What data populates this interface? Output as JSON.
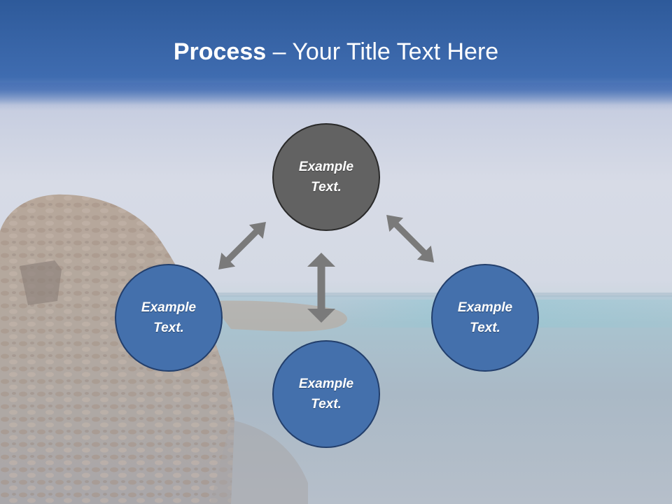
{
  "title": {
    "bold": "Process",
    "rest": " – Your Title Text Here"
  },
  "diagram": {
    "nodes": [
      {
        "id": "top",
        "text": "Example Text.",
        "color": "#626262"
      },
      {
        "id": "left",
        "text": "Example Text.",
        "color": "#4470ac"
      },
      {
        "id": "bottom",
        "text": "Example Text.",
        "color": "#4470ac"
      },
      {
        "id": "right",
        "text": "Example Text.",
        "color": "#4470ac"
      }
    ],
    "arrow_color": "#7a7a7a"
  }
}
